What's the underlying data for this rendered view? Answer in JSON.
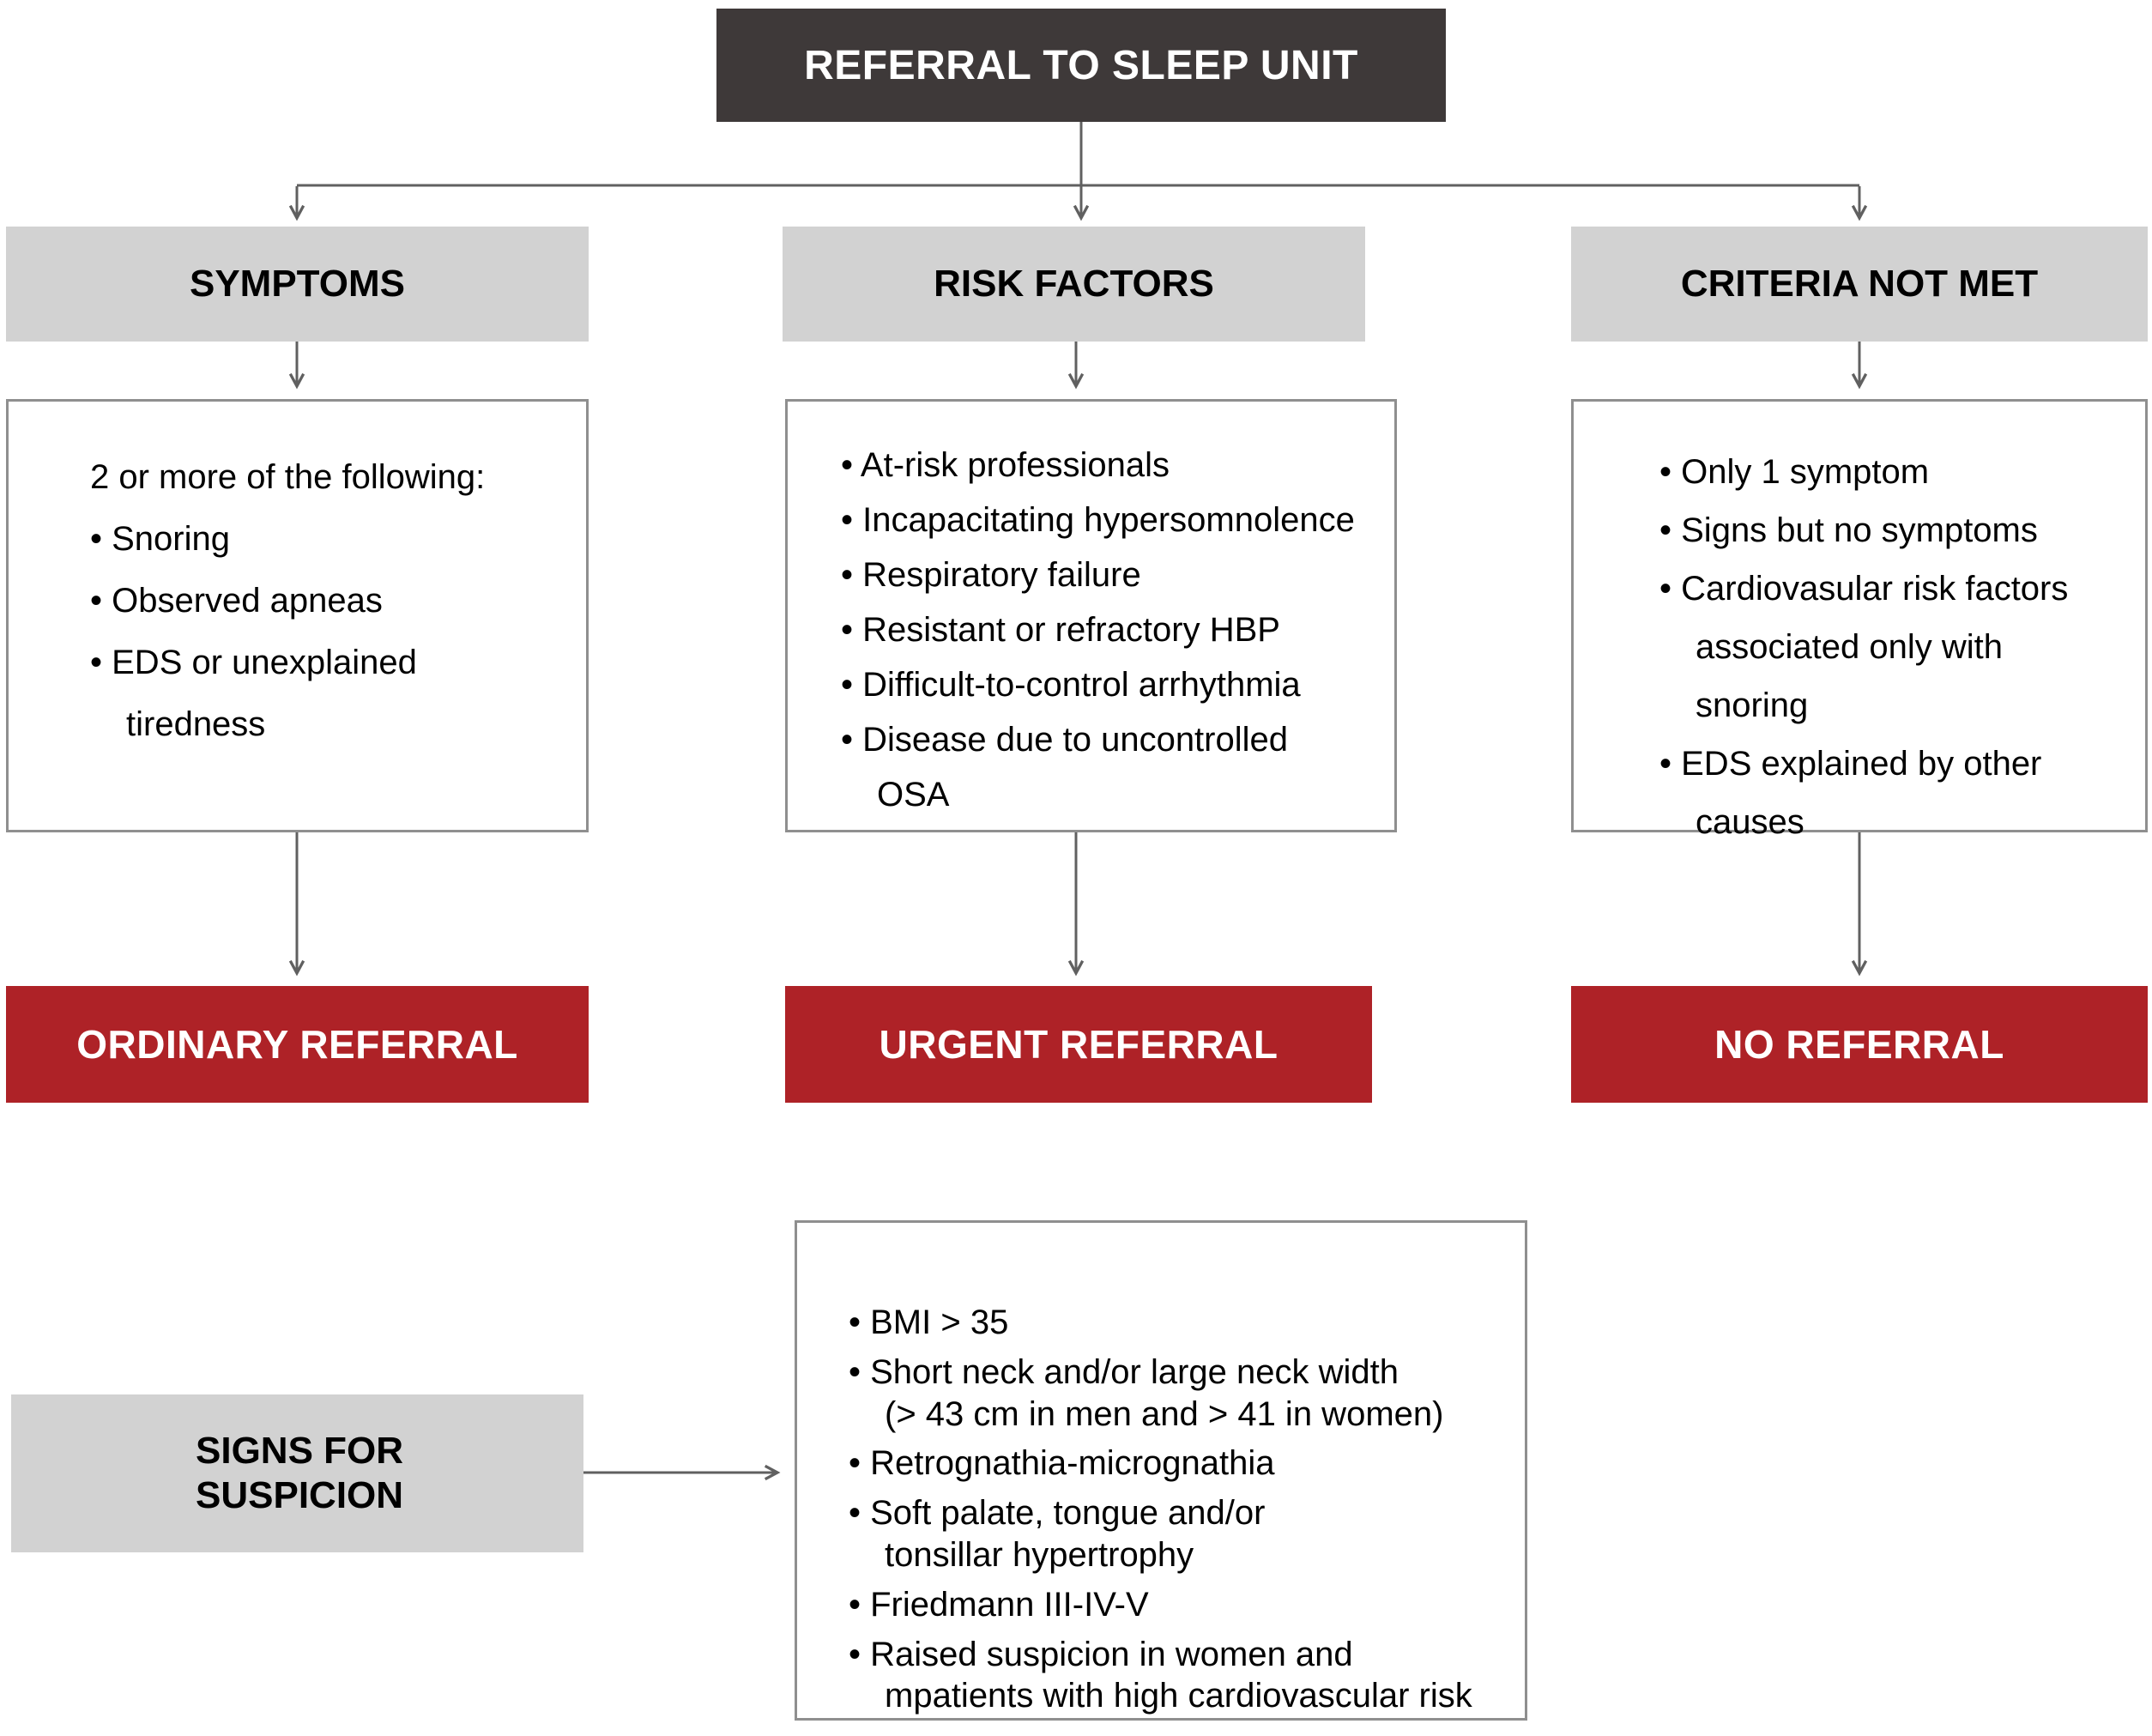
{
  "root": {
    "title": "REFERRAL TO SLEEP UNIT"
  },
  "columns": [
    {
      "header": "SYMPTOMS",
      "intro": "2 or more of the following:",
      "items": [
        "Snoring",
        "Observed apneas",
        "EDS or unexplained\ntiredness"
      ],
      "outcome": "ORDINARY REFERRAL"
    },
    {
      "header": "RISK FACTORS",
      "items": [
        "At-risk professionals",
        "Incapacitating hypersomnolence",
        "Respiratory failure",
        "Resistant or refractory HBP",
        "Difficult-to-control arrhythmia",
        "Disease due to uncontrolled\nOSA"
      ],
      "outcome": "URGENT REFERRAL"
    },
    {
      "header": "CRITERIA NOT MET",
      "items": [
        "Only 1 symptom",
        "Signs but no symptoms",
        "Cardiovasular risk factors\nassociated only with snoring",
        "EDS explained by other\ncauses"
      ],
      "outcome": "NO REFERRAL"
    }
  ],
  "signs": {
    "label": "SIGNS FOR\nSUSPICION",
    "items": [
      "BMI > 35",
      "Short neck and/or large neck width\n(> 43 cm in men and > 41 in women)",
      "Retrognathia-micrognathia",
      "Soft palate, tongue and/or\ntonsillar hypertrophy",
      "Friedmann III-IV-V",
      "Raised suspicion in women and\nmpatients with high cardiovascular risk"
    ]
  },
  "colors": {
    "root_bg": "#3e3939",
    "header_bg": "#d2d2d2",
    "outcome_bg": "#ae2227",
    "outcome_text": "#ffffff",
    "line": "#606060",
    "box_border": "#8f8f8f"
  }
}
